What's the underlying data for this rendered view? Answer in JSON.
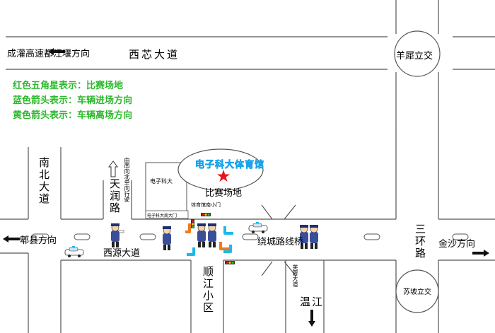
{
  "roads": {
    "xixin": "西芯大道",
    "yangxi": "羊犀立交",
    "chengguan": "成灌高速都江堰方向",
    "nanbei": "南北大道",
    "tianrun": "天润路",
    "oneway": "由南向北单向行驶",
    "pixian": "郫县方向",
    "xiyuan": "西源大道",
    "raocheng": "绕城路线桥",
    "sanhuan": "三环路",
    "jinsha": "金沙方向",
    "shunjiang": "顺江小区",
    "furong": "芙蓉大道",
    "wenjiang": "温江",
    "supo": "苏坡立交"
  },
  "legend": {
    "star": "红色五角星表示：比赛场地",
    "blue": "蓝色箭头表示：车辆进场方向",
    "yellow": "黄色箭头表示：车辆离场方向"
  },
  "venue": {
    "name": "电子科大体育馆",
    "label": "比赛场地",
    "campus": "电子科大",
    "south_gate": "电子科大南大门",
    "small_gate": "体育馆南小门"
  },
  "colors": {
    "legend_text": "#2db82d",
    "star": "#e8141c",
    "entry_arrow": "#1fb8e8",
    "exit_arrow": "#f07a1a",
    "road": "#555555"
  }
}
